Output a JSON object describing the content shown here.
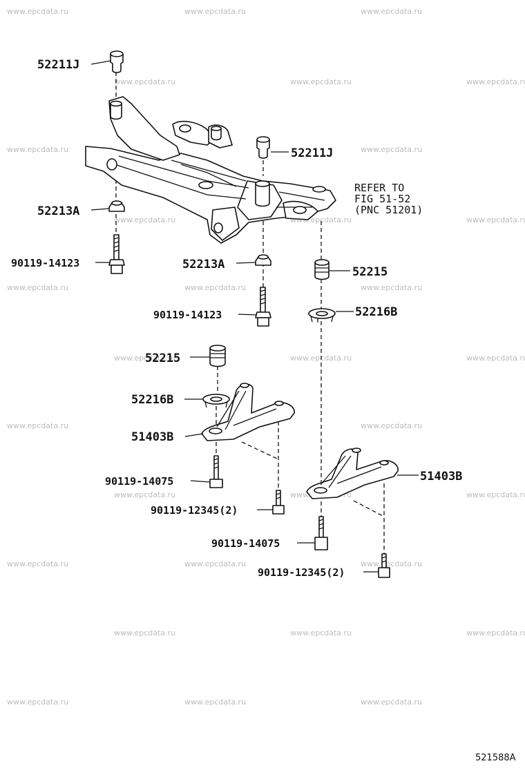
{
  "watermark": "www.epcdata.ru",
  "labels": {
    "p52211j_top": "52211J",
    "p52211j_mid": "52211J",
    "p52213a_left": "52213A",
    "p52213a_mid": "52213A",
    "p90119_14123_left": "90119-14123",
    "p90119_14123_mid": "90119-14123",
    "p52215_right": "52215",
    "p52216b_right": "52216B",
    "p52215_left": "52215",
    "p52216b_left": "52216B",
    "p51403b_left": "51403B",
    "p51403b_right": "51403B",
    "p90119_14075_left": "90119-14075",
    "p90119_12345_left": "90119-12345(2)",
    "p90119_14075_right": "90119-14075",
    "p90119_12345_right": "90119-12345(2)"
  },
  "reference": {
    "line1": "REFER TO",
    "line2": "FIG 51-52",
    "line3": "(PNC 51201)"
  },
  "drawing_code": "521588A"
}
